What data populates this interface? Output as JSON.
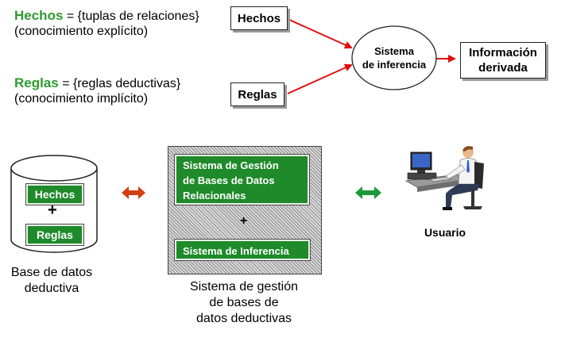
{
  "definitions": [
    {
      "keyword": "Hechos",
      "rest": " = {tuplas de relaciones}",
      "note": "(conocimiento explícito)"
    },
    {
      "keyword": "Reglas",
      "rest": " = {reglas deductivas}",
      "note": "(conocimiento implícito)"
    }
  ],
  "top_flow": {
    "hechos": "Hechos",
    "reglas": "Reglas",
    "engine_line1": "Sistema",
    "engine_line2": "de inferencia",
    "output_line1": "Información",
    "output_line2": "derivada"
  },
  "database": {
    "item1": "Hechos",
    "plus": "+",
    "item2": "Reglas",
    "caption_line1": "Base de datos",
    "caption_line2": "deductiva"
  },
  "dbms": {
    "block1_line1": "Sistema de Gestión",
    "block1_line2": "de Bases de Datos",
    "block1_line3": "Relacionales",
    "plus": "+",
    "block2": "Sistema de Inferencia",
    "caption_line1": "Sistema de gestión",
    "caption_line2": "de bases de",
    "caption_line3": "datos deductivas"
  },
  "user": {
    "label": "Usuario"
  },
  "colors": {
    "brand_green": "#2e9a2e",
    "block_green": "#1f8a2a",
    "flow_arrow": "#e01010",
    "db_arrow": "#d04010",
    "user_arrow": "#1a9a3a"
  }
}
